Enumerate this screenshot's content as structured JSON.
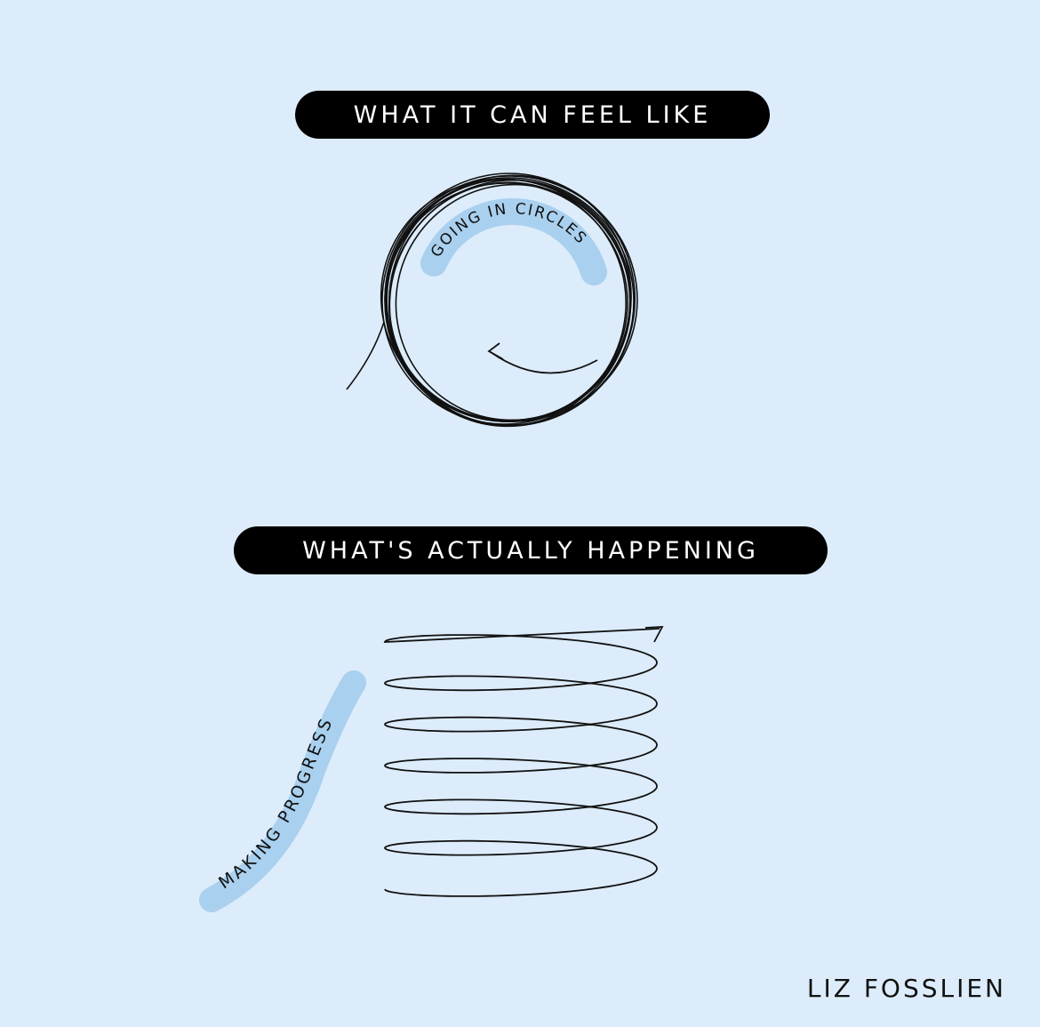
{
  "heading_top": "WHAT IT CAN FEEL LIKE",
  "heading_bottom": "WHAT'S ACTUALLY HAPPENING",
  "label_circles": "GOING IN CIRCLES",
  "label_progress": "MAKING PROGRESS",
  "credit": "LIZ FOSSLIEN",
  "colors": {
    "background": "#dcecfa",
    "pill": "#000000",
    "highlight": "#a9d0ee",
    "ink": "#111111"
  }
}
